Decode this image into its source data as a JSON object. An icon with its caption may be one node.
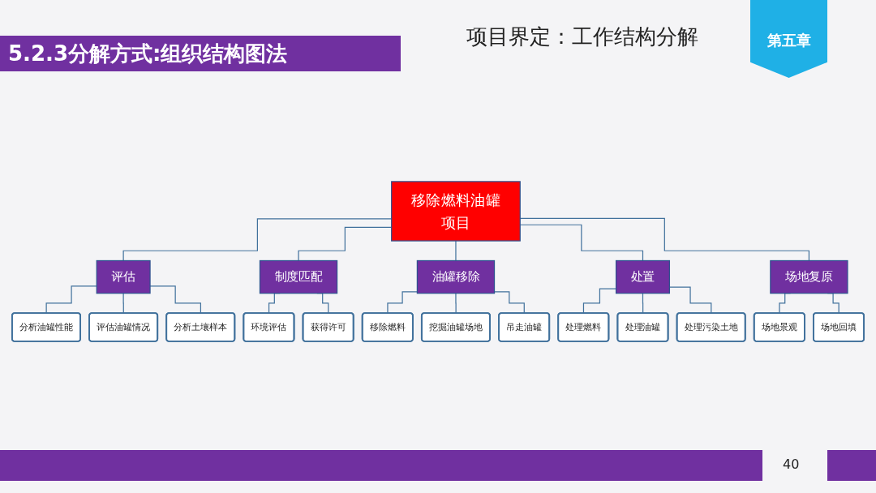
{
  "diagram": {
    "title": "5.2.3分解方式:组织结构图法",
    "nodes": [
      {
        "text": [
          "移除燃料油罐项目"
        ]
      },
      {
        "text": [
          "评估"
        ]
      },
      {
        "text": [
          "分析油罐性能"
        ]
      },
      {
        "text": [
          "评估油罐情况"
        ]
      },
      {
        "text": [
          "分析土壤样本"
        ]
      },
      {
        "text": [
          "制度匹配"
        ]
      },
      {
        "text": [
          "环境评估"
        ]
      },
      {
        "text": [
          "获得许可"
        ]
      },
      {
        "text": [
          "油罐移除"
        ]
      },
      {
        "text": [
          "移除燃料"
        ]
      },
      {
        "text": [
          "挖掘油罐场地"
        ]
      },
      {
        "text": [
          "吊走油罐"
        ]
      },
      {
        "text": [
          "处置"
        ]
      },
      {
        "text": [
          "处理燃料"
        ]
      },
      {
        "text": [
          "处理油罐"
        ]
      },
      {
        "text": [
          "处理污染土地"
        ]
      },
      {
        "text": [
          "场地复原"
        ]
      },
      {
        "text": [
          "场地景观"
        ]
      },
      {
        "text": [
          "场地回填"
        ]
      }
    ],
    "edges": [
      {
        "from": 0,
        "to": 1,
        "arrow": "none"
      },
      {
        "from": 0,
        "to": 5,
        "arrow": "none"
      },
      {
        "from": 0,
        "to": 8,
        "arrow": "none"
      },
      {
        "from": 0,
        "to": 12,
        "arrow": "none"
      },
      {
        "from": 0,
        "to": 16,
        "arrow": "none"
      },
      {
        "from": 1,
        "to": 2,
        "arrow": "none"
      },
      {
        "from": 1,
        "to": 3,
        "arrow": "none"
      },
      {
        "from": 1,
        "to": 4,
        "arrow": "none"
      },
      {
        "from": 5,
        "to": 6,
        "arrow": "none"
      },
      {
        "from": 5,
        "to": 7,
        "arrow": "none"
      },
      {
        "from": 8,
        "to": 9,
        "arrow": "none"
      },
      {
        "from": 8,
        "to": 10,
        "arrow": "none"
      },
      {
        "from": 8,
        "to": 11,
        "arrow": "none"
      },
      {
        "from": 12,
        "to": 13,
        "arrow": "none"
      },
      {
        "from": 12,
        "to": 14,
        "arrow": "none"
      },
      {
        "from": 12,
        "to": 15,
        "arrow": "none"
      },
      {
        "from": 16,
        "to": 17,
        "arrow": "none"
      },
      {
        "from": 16,
        "to": 18,
        "arrow": "none"
      }
    ],
    "labels": [
      "项目界定：工作结构分解",
      "第五章",
      "40"
    ]
  }
}
